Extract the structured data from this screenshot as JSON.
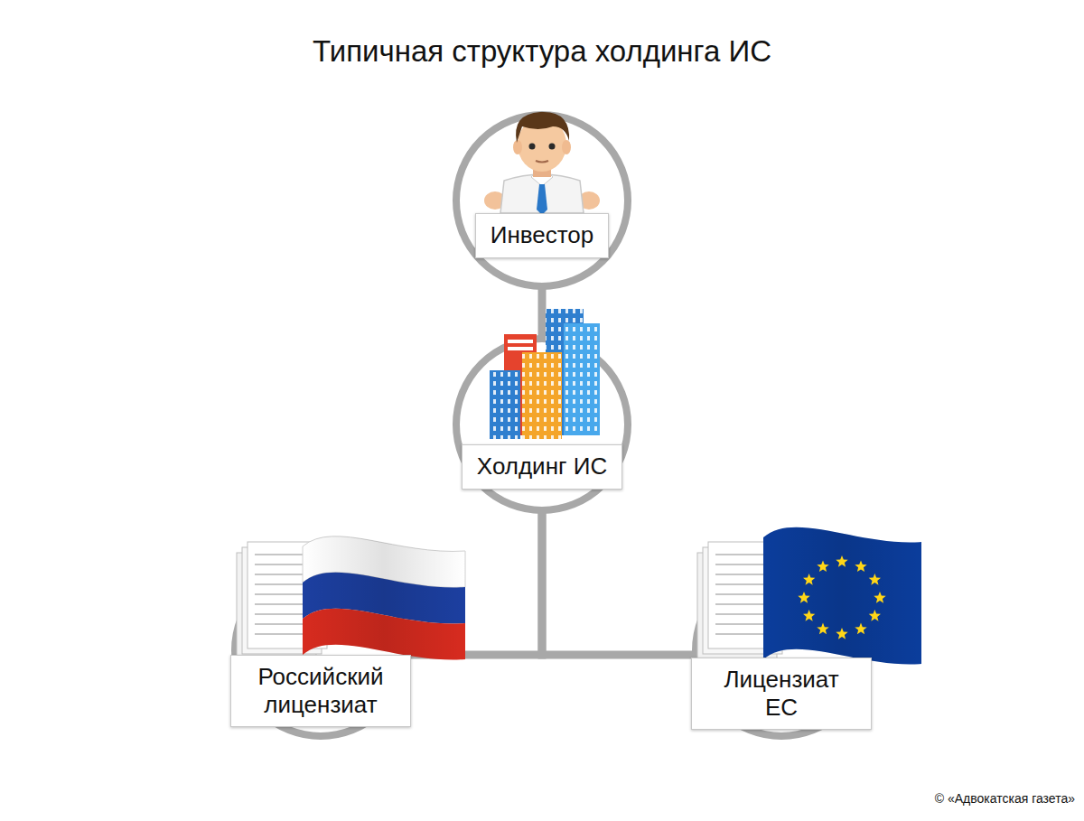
{
  "diagram": {
    "title": "Типичная структура холдинга ИС",
    "nodes": [
      {
        "text": [
          "Инвестор"
        ]
      },
      {
        "text": [
          "Холдинг ИС"
        ]
      },
      {
        "text": [
          "Российский лицензиат"
        ]
      },
      {
        "text": [
          "Лицензиат ЕС"
        ]
      }
    ],
    "edges": [
      {
        "from": 0,
        "to": 1,
        "arrow": "none"
      },
      {
        "from": 1,
        "to": 2,
        "arrow": "none"
      },
      {
        "from": 1,
        "to": 3,
        "arrow": "none"
      }
    ],
    "labels": [
      "© «Адвокатская газета»"
    ]
  }
}
